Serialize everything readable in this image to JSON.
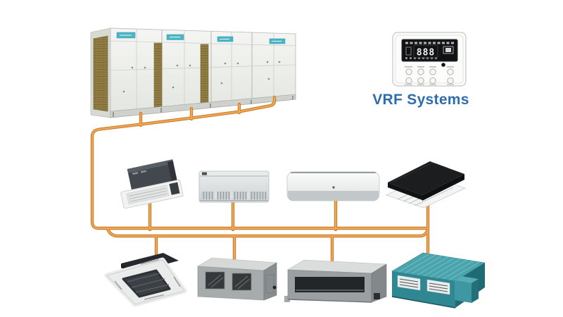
{
  "title": {
    "text": "VRF Systems",
    "color": "#2E6DAD"
  },
  "controller": {
    "display_value": "888",
    "button_rows": 2,
    "buttons_per_row": 4
  },
  "outdoor_bank": {
    "module_count": 4,
    "brand_label_color": "#4AB5C6",
    "coil_color": "#A08B4C"
  },
  "pipes": {
    "color": "#CB8133",
    "core_color": "#F2A853"
  },
  "indoor_units_middle_row": [
    {
      "icon": "four-way-cassette-unit"
    },
    {
      "icon": "floor-ceiling-unit"
    },
    {
      "icon": "wall-mounted-unit"
    },
    {
      "icon": "one-way-cassette-unit"
    }
  ],
  "indoor_units_bottom_row": [
    {
      "icon": "four-way-cassette-bottom-view-unit"
    },
    {
      "icon": "high-static-ducted-unit"
    },
    {
      "icon": "slim-ducted-unit"
    },
    {
      "icon": "ducted-fresh-air-unit"
    }
  ]
}
